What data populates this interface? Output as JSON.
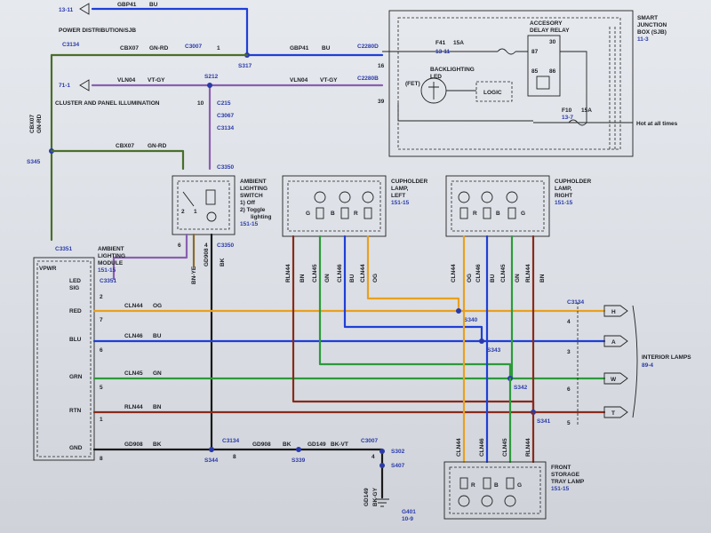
{
  "wires": {
    "gbp41": "GBP41",
    "bu": "BU",
    "cbx07": "CBX07",
    "gnrd": "GN-RD",
    "vln04": "VLN04",
    "vtgy": "VT-GY",
    "cln44": "CLN44",
    "og": "OG",
    "cln46": "CLN46",
    "cln45": "CLN45",
    "gn": "GN",
    "rln44": "RLN44",
    "bn": "BN",
    "gd908": "GD908",
    "bk": "BK",
    "gd149": "GD149",
    "bkvt": "BK-VT",
    "bkgy": "BK-GY",
    "bnye": "BN-YE"
  },
  "connectors": {
    "c3134": "C3134",
    "c3007": "C3007",
    "c2280d": "C2280D",
    "c2280b": "C2280B",
    "c215": "C215",
    "c3067": "C3067",
    "c3350": "C3350",
    "c3351": "C3351",
    "s317": "S317",
    "s212": "S212",
    "s345": "S345",
    "s344": "S344",
    "s339": "S339",
    "s302": "S302",
    "s407": "S407",
    "s340": "S340",
    "s343": "S343",
    "s342": "S342",
    "s341": "S341",
    "g401": "G401",
    "g401ref": "10-9"
  },
  "pins": {
    "p1": "1",
    "p2": "2",
    "p3": "3",
    "p4": "4",
    "p5": "5",
    "p6": "6",
    "p7": "7",
    "p8": "8",
    "p10": "10",
    "p16": "16",
    "p39": "39",
    "p30": "30",
    "p85": "85",
    "p86": "86",
    "p87": "87"
  },
  "labels": {
    "power_ref": "13-11",
    "power_dist": "POWER DISTRIBUTION/SJB",
    "cluster_ref": "71-1",
    "cluster": "CLUSTER AND PANEL ILLUMINATION",
    "sjb_title": "SMART",
    "sjb_title2": "JUNCTION",
    "sjb_title3": "BOX (SJB)",
    "sjb_ref": "11-3",
    "relay": "ACCESORY",
    "relay2": "DELAY RELAY",
    "f41": "F41",
    "f41a": "15A",
    "f41ref": "13-11",
    "f10": "F10",
    "f10a": "15A",
    "f10ref": "13-7",
    "backlighting": "BACKLIGHTING",
    "led": "LED",
    "fet": "(FET)",
    "logic": "LOGIC",
    "hot": "Hot at all times",
    "amb_sw": "AMBIENT",
    "amb_sw2": "LIGHTING",
    "amb_sw3": "SWITCH",
    "amb_sw4": "1) Off",
    "amb_sw5": "2) Toggle",
    "amb_sw6": "lighting",
    "amb_sw_ref": "151-15",
    "cup_left": "CUPHOLDER",
    "cup_left2": "LAMP,",
    "cup_left3": "LEFT",
    "cup_left_ref": "151-15",
    "cup_right": "CUPHOLDER",
    "cup_right2": "LAMP,",
    "cup_right3": "RIGHT",
    "cup_right_ref": "151-15",
    "module": "AMBIENT",
    "module2": "LIGHTING",
    "module3": "MODULE",
    "module_ref": "151-15",
    "vpwr": "VPWR",
    "ledsig": "LED",
    "ledsig2": "SIG",
    "red": "RED",
    "blu": "BLU",
    "grn": "GRN",
    "rtn": "RTN",
    "gnd": "GND",
    "interior": "INTERIOR LAMPS",
    "interior_ref": "89-4",
    "tray": "FRONT",
    "tray2": "STORAGE",
    "tray3": "TRAY LAMP",
    "tray_ref": "151-15",
    "h": "H",
    "a": "A",
    "w": "W",
    "t": "T",
    "g": "G",
    "b": "B",
    "r": "R"
  },
  "colors": {
    "blue": "#1f3fd6",
    "purple": "#8a5fb0",
    "orange": "#e8a020",
    "green": "#2c9a3a",
    "brown": "#8a2a1a",
    "black": "#1a1a1a",
    "darkgreen": "#4a6e2a"
  }
}
